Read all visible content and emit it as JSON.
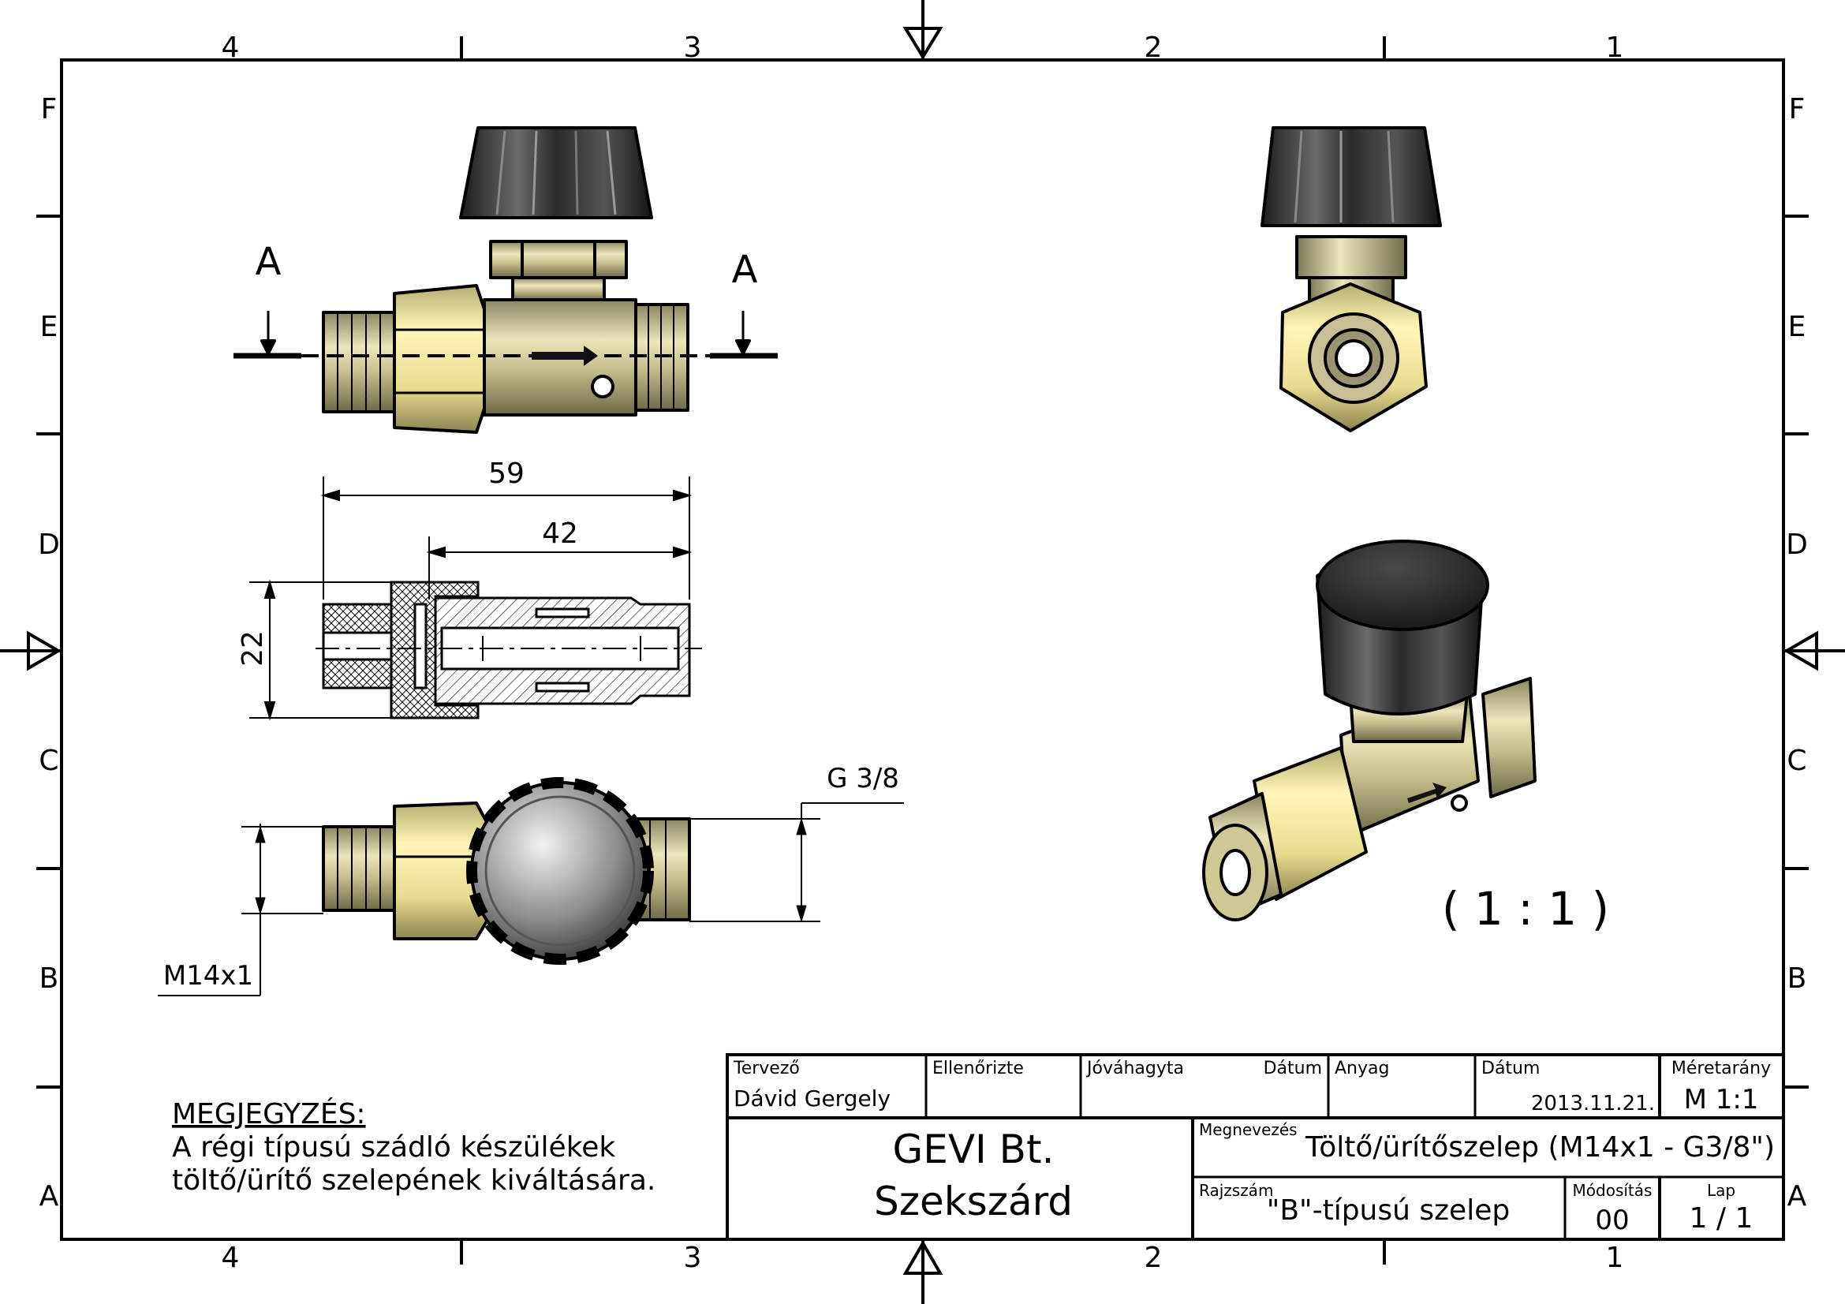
{
  "frame": {
    "top_numbers": [
      "4",
      "3",
      "2",
      "1"
    ],
    "bottom_numbers": [
      "4",
      "3",
      "2",
      "1"
    ],
    "left_letters": [
      "F",
      "E",
      "D",
      "C",
      "B",
      "A"
    ],
    "right_letters": [
      "F",
      "E",
      "D",
      "C",
      "B",
      "A"
    ]
  },
  "views": {
    "section_letter_left": "A",
    "section_letter_right": "A",
    "dim_59": "59",
    "dim_42": "42",
    "dim_22": "22",
    "thread_g": "G 3/8",
    "thread_m": "M14x1",
    "iso_scale": "( 1 : 1 )"
  },
  "note": {
    "heading": "MEGJEGYZÉS:",
    "line1": "A régi típusú szádló készülékek",
    "line2": "töltő/ürítő szelepének kiváltására."
  },
  "title_block": {
    "designer_label": "Tervező",
    "designer": "Dávid Gergely",
    "checked_label": "Ellenőrizte",
    "approved_label": "Jóváhagyta",
    "date_label1": "Dátum",
    "material_label": "Anyag",
    "date_label2": "Dátum",
    "date": "2013.11.21.",
    "scale_label": "Méretarány",
    "scale": "M 1:1",
    "company1": "GEVI Bt.",
    "company2": "Szekszárd",
    "name_label": "Megnevezés",
    "name": "Töltő/ürítőszelep (M14x1 - G3/8\")",
    "drawing_no_label": "Rajzszám",
    "drawing_no": "\"B\"-típusú szelep",
    "revision_label": "Módosítás",
    "revision": "00",
    "sheet_label": "Lap",
    "sheet": "1  /  1"
  },
  "colors": {
    "brass": "#d8d0a0",
    "knob": "#2b2b2b",
    "line": "#000000"
  }
}
